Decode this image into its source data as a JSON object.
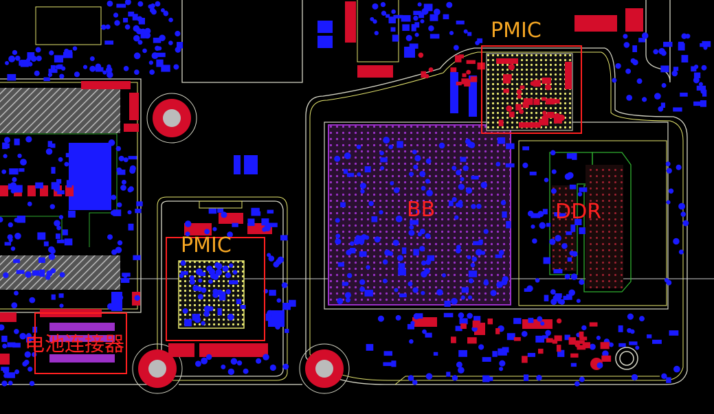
{
  "labels": {
    "pmic_top": "PMIC",
    "pmic_left": "PMIC",
    "bb": "BB",
    "ddr": "DDR",
    "battery_connector": "电池连接器"
  },
  "colors": {
    "background": "#000000",
    "pad_blue": "#1a1aff",
    "pad_red": "#d40d2a",
    "outline_white": "#d8d8c8",
    "outline_yellow": "#e8e870",
    "annotation_red": "#ff2020",
    "annotation_orange": "#f5a623",
    "bb_purple": "#9b30c8",
    "ddr_green": "#30b030",
    "hatch_grey": "#9a9a9a"
  }
}
